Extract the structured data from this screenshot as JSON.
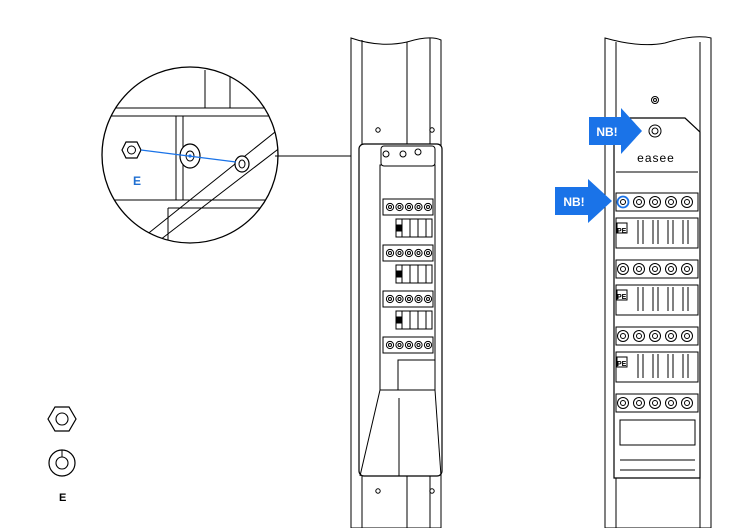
{
  "labels": {
    "detail_e": "E",
    "legend_e": "E",
    "nb_top": "NB!",
    "nb_mid": "NB!",
    "pe_1": "PE",
    "pe_2": "PE",
    "pe_3": "PE",
    "brand": "easee"
  },
  "colors": {
    "accent": "#1a73e8",
    "label_blue": "#1f6fd1",
    "line": "#000000",
    "background": "#ffffff"
  },
  "icons": {
    "nut": "hex-nut-icon",
    "washer": "washer-icon"
  }
}
